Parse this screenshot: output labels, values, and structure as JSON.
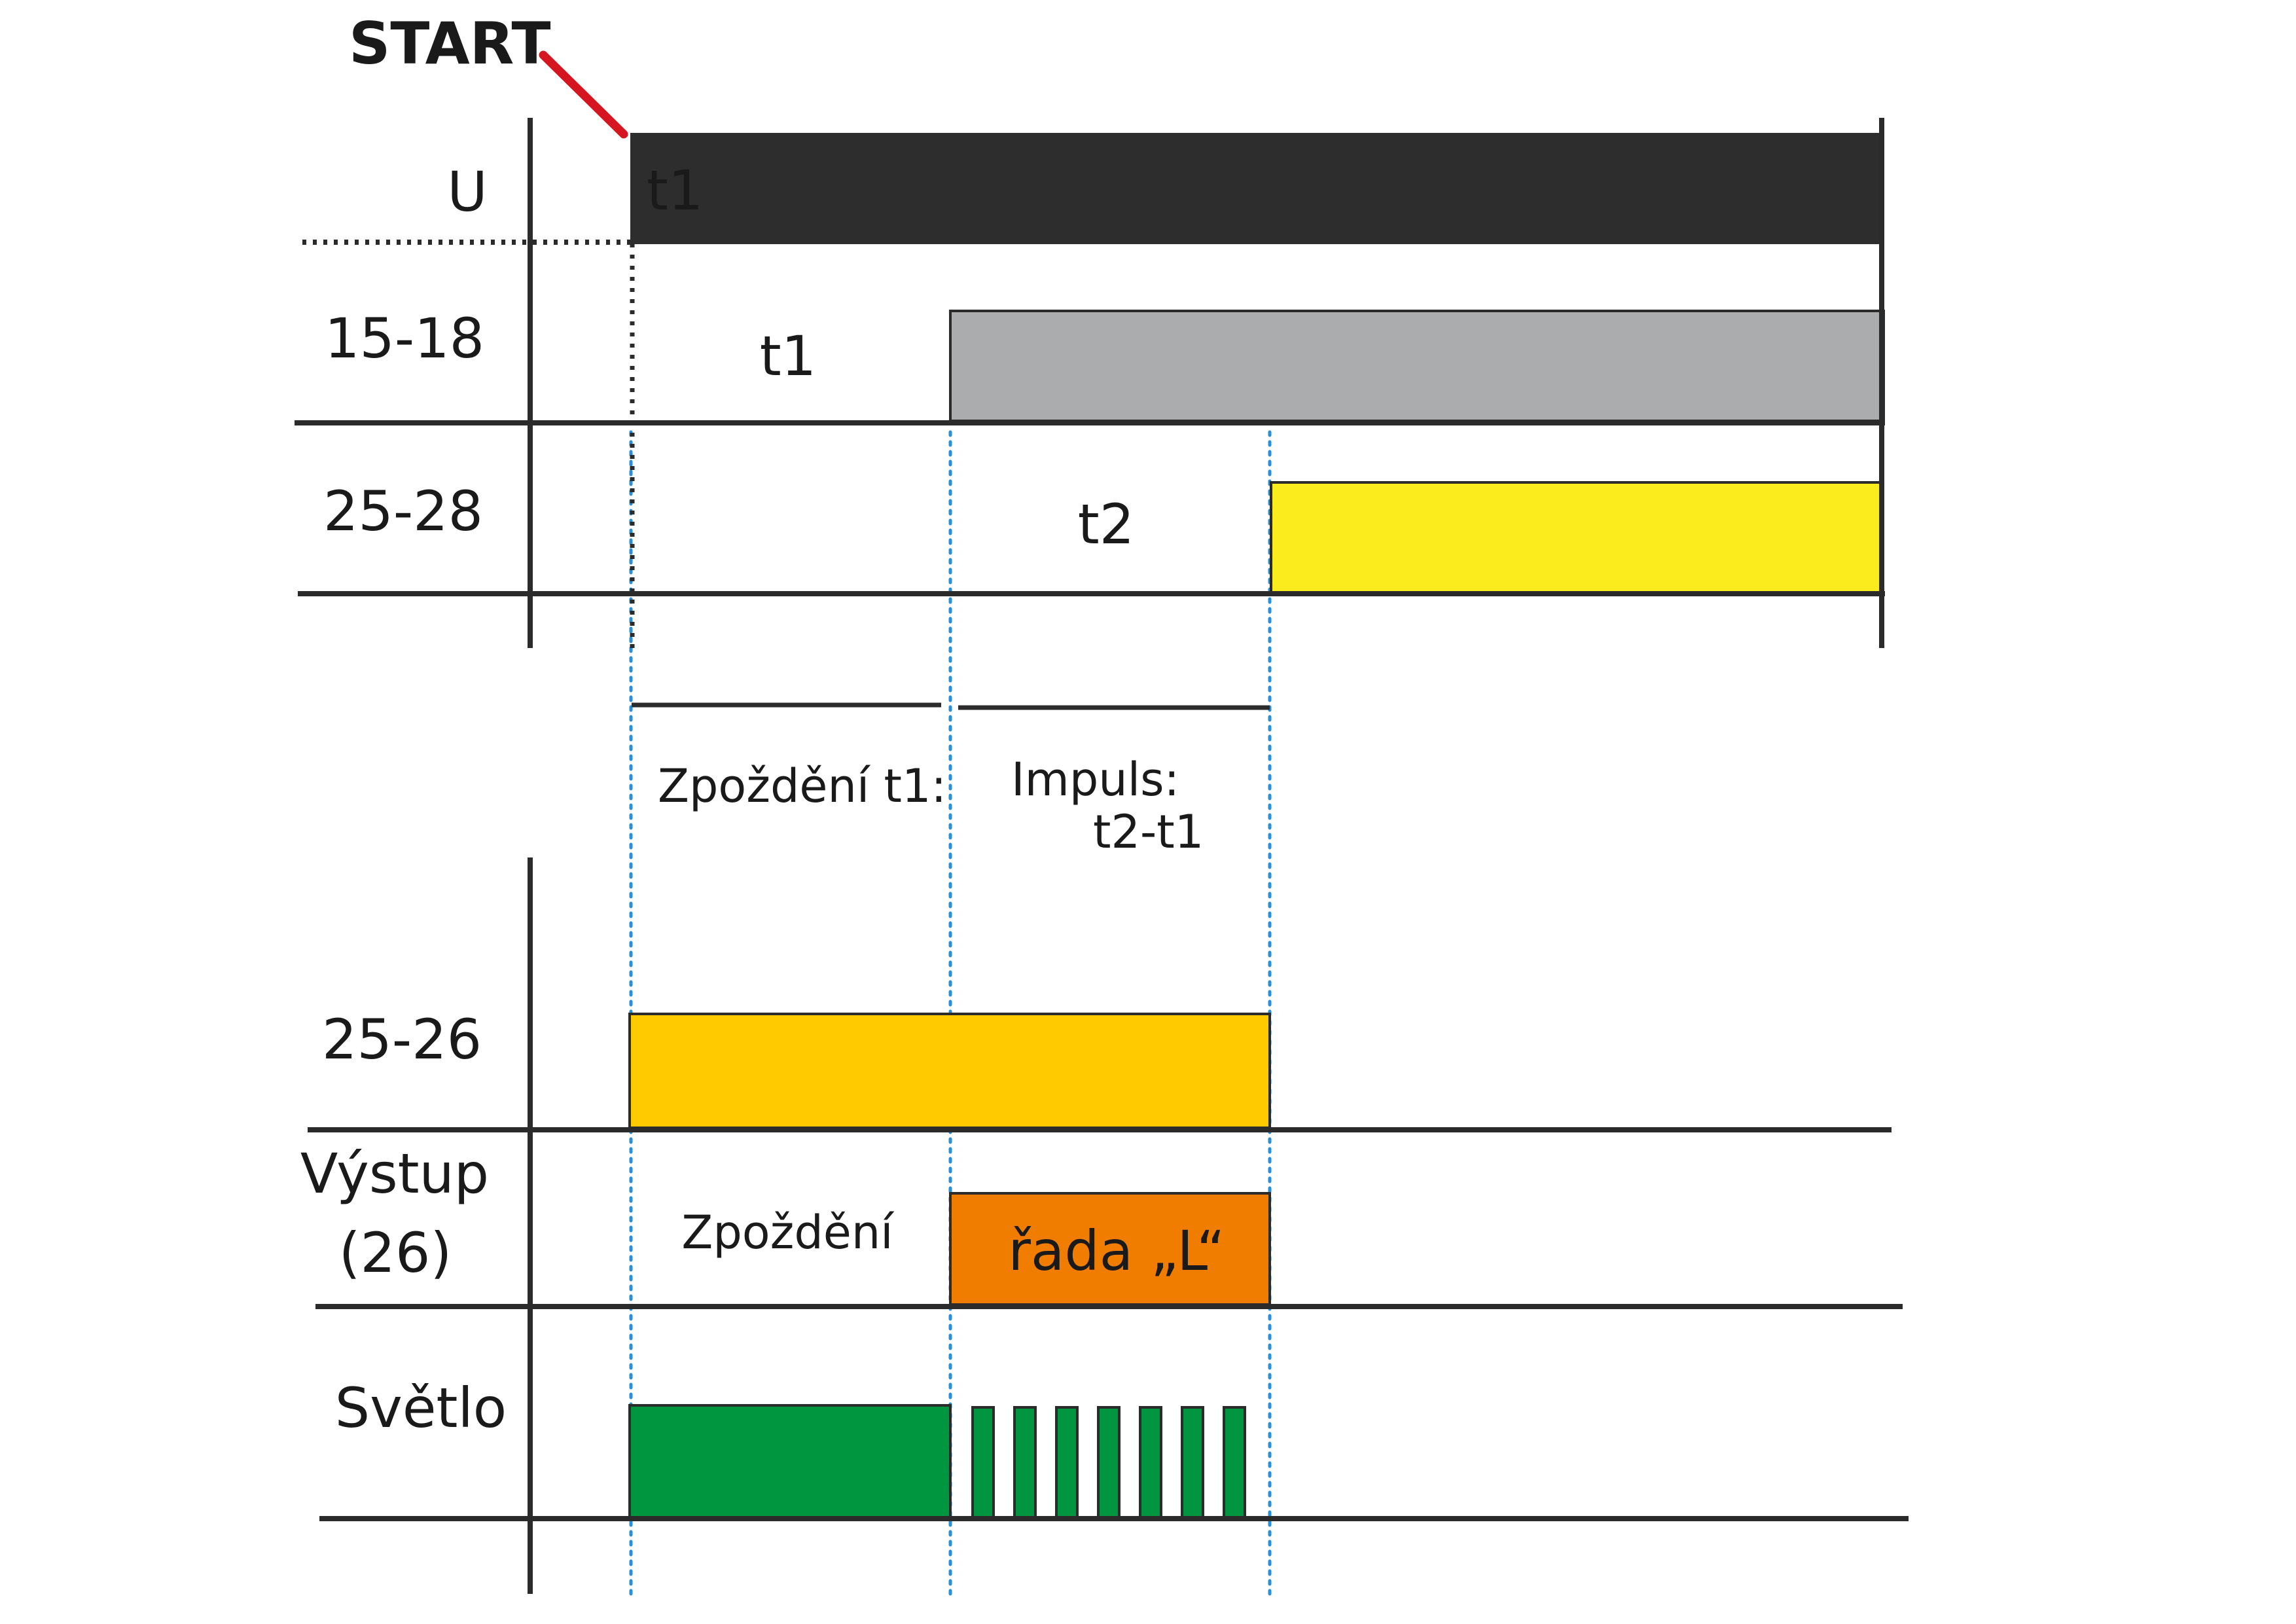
{
  "start_label": "START",
  "rows": {
    "u": "U",
    "r1518": "15-18",
    "r2528": "25-28",
    "r2526": "25-26",
    "vystup_line1": "Výstup",
    "vystup_line2": "(26)",
    "svetlo": "Světlo"
  },
  "labels": {
    "t1_on_bar": "t1",
    "t1_delay": "t1",
    "t2_delay": "t2",
    "zpozdeni_t1": "Zpoždění t1:",
    "impuls_line1": "Impuls:",
    "impuls_line2": "t2-t1",
    "zpozdeni": "Zpoždění",
    "rada_l": "řada „L“"
  },
  "colors": {
    "u_bar": "#2e2d2e",
    "relay_15_18": "#abacad",
    "relay_25_28": "#fbec1d",
    "output_25_26": "#ffcb00",
    "impulse_series_l": "#f07d00",
    "light": "#009640",
    "start_marker": "#d5151f",
    "timing_guides": "#2a91d6",
    "axis": "#2b2b2b"
  }
}
